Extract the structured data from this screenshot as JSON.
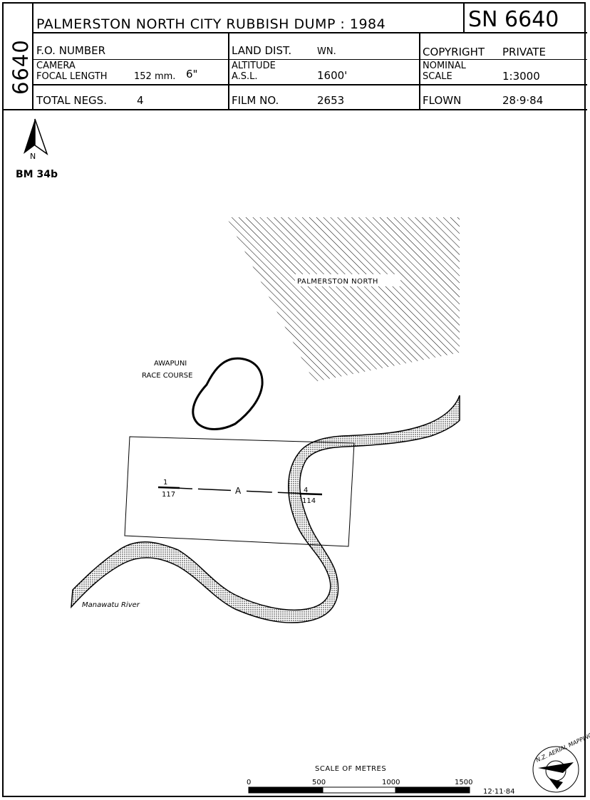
{
  "sheet_number_side": "6640",
  "title": "PALMERSTON NORTH CITY RUBBISH DUMP : 1984",
  "sheet_id": "SN 6640",
  "fields": {
    "fo_number_label": "F.O. NUMBER",
    "land_dist_label": "LAND DIST.",
    "land_dist_value": "WN.",
    "copyright_label": "COPYRIGHT",
    "copyright_value": "PRIVATE",
    "camera_label": "CAMERA",
    "focal_length_label": "FOCAL LENGTH",
    "focal_length_value": "152 mm.",
    "focal_length_inch": "6\"",
    "altitude_label": "ALTITUDE",
    "asl_label": "A.S.L.",
    "altitude_value": "1600'",
    "nominal_label": "NOMINAL",
    "scale_label": "SCALE",
    "scale_value": "1:3000",
    "total_negs_label": "TOTAL NEGS.",
    "total_negs_value": "4",
    "film_no_label": "FILM NO.",
    "film_no_value": "2653",
    "flown_label": "FLOWN",
    "flown_value": "28·9·84"
  },
  "map": {
    "north_label": "N",
    "benchmark": "BM 34b",
    "city_label": "PALMERSTON NORTH",
    "racecourse_label_1": "AWAPUNI",
    "racecourse_label_2": "RACE COURSE",
    "river_label": "Manawatu River",
    "strip_letter": "A",
    "strip_start_top": "1",
    "strip_start_bottom": "117",
    "strip_end_top": "4",
    "strip_end_bottom": "114"
  },
  "scale_bar": {
    "title": "SCALE OF METRES",
    "ticks": [
      "0",
      "500",
      "1000",
      "1500"
    ]
  },
  "issue_date": "12·11·84",
  "logo_text": "N.Z. AERIAL MAPPING LTD"
}
